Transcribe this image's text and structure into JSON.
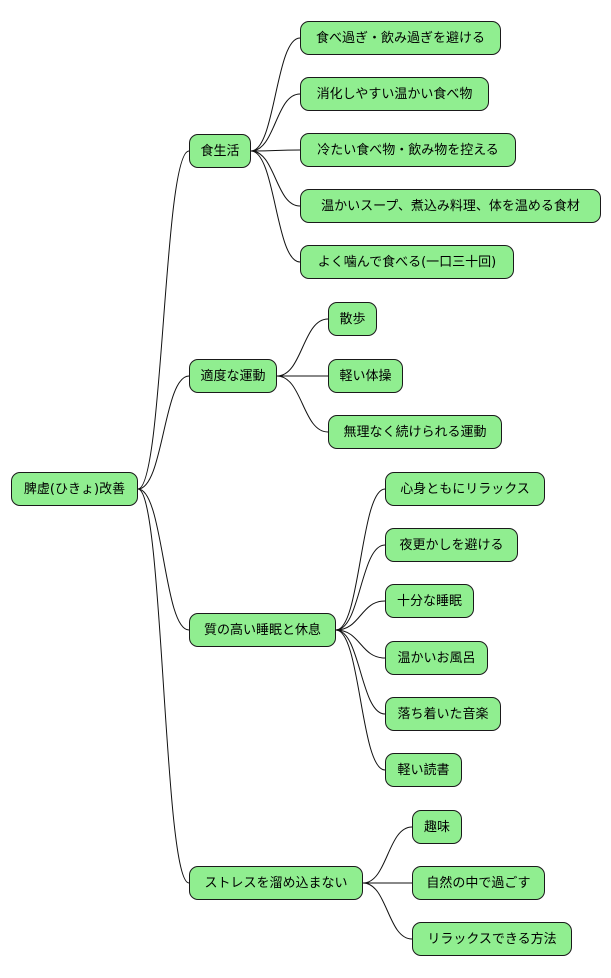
{
  "mindmap": {
    "root": {
      "label": "脾虚(ひきょ)改善"
    },
    "branches": [
      {
        "label": "食生活",
        "children": [
          {
            "label": "食べ過ぎ・飲み過ぎを避ける"
          },
          {
            "label": "消化しやすい温かい食べ物"
          },
          {
            "label": "冷たい食べ物・飲み物を控える"
          },
          {
            "label": "温かいスープ、煮込み料理、体を温める食材"
          },
          {
            "label": "よく噛んで食べる(一口三十回)"
          }
        ]
      },
      {
        "label": "適度な運動",
        "children": [
          {
            "label": "散歩"
          },
          {
            "label": "軽い体操"
          },
          {
            "label": "無理なく続けられる運動"
          }
        ]
      },
      {
        "label": "質の高い睡眠と休息",
        "children": [
          {
            "label": "心身ともにリラックス"
          },
          {
            "label": "夜更かしを避ける"
          },
          {
            "label": "十分な睡眠"
          },
          {
            "label": "温かいお風呂"
          },
          {
            "label": "落ち着いた音楽"
          },
          {
            "label": "軽い読書"
          }
        ]
      },
      {
        "label": "ストレスを溜め込まない",
        "children": [
          {
            "label": "趣味"
          },
          {
            "label": "自然の中で過ごす"
          },
          {
            "label": "リラックスできる方法"
          }
        ]
      }
    ]
  }
}
